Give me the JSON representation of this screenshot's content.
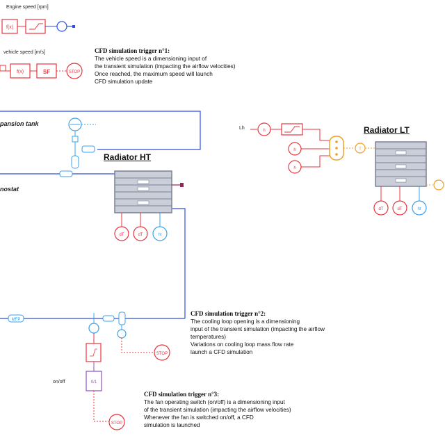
{
  "signals": {
    "engine_speed": "Engine speed [rpm]",
    "vehicle_speed": "vehicle speed [m/s]",
    "on_off": "on/off",
    "lh": "Lh"
  },
  "components": {
    "expansion_tank": "pansion tank",
    "thermostat": "nostat",
    "radiator_ht": "Radiator HT",
    "radiator_lt": "Radiator LT"
  },
  "notes": [
    {
      "title": "CFD simulation trigger n°1:",
      "lines": [
        "The vehicle speed is a dimensioning input of",
        "the transient simulation (impacting the airflow velocities)",
        "Once reached, the maximum speed will launch",
        "CFD simulation update"
      ]
    },
    {
      "title": "CFD simulation trigger n°2:",
      "lines": [
        "The cooling loop opening is a dimensioning",
        "input of the transient simulation (impacting the airflow",
        "temperatures)",
        "Variations on cooling loop mass flow rate",
        "launch a CFD simulation"
      ]
    },
    {
      "title": "CFD simulation trigger n°3:",
      "lines": [
        "The fan operating switch (on/off) is a dimensioning input",
        "of the transient simulation (impacting the airflow velocities)",
        "Whenever the fan is switched on/off, a CFD",
        "simulation is launched"
      ]
    }
  ],
  "colors": {
    "red": "#e8333c",
    "blue": "#2a4fe0",
    "lightblue": "#3aa0e8",
    "orange": "#f0a020",
    "purple": "#9050c0",
    "radiator": "#7a8194"
  }
}
